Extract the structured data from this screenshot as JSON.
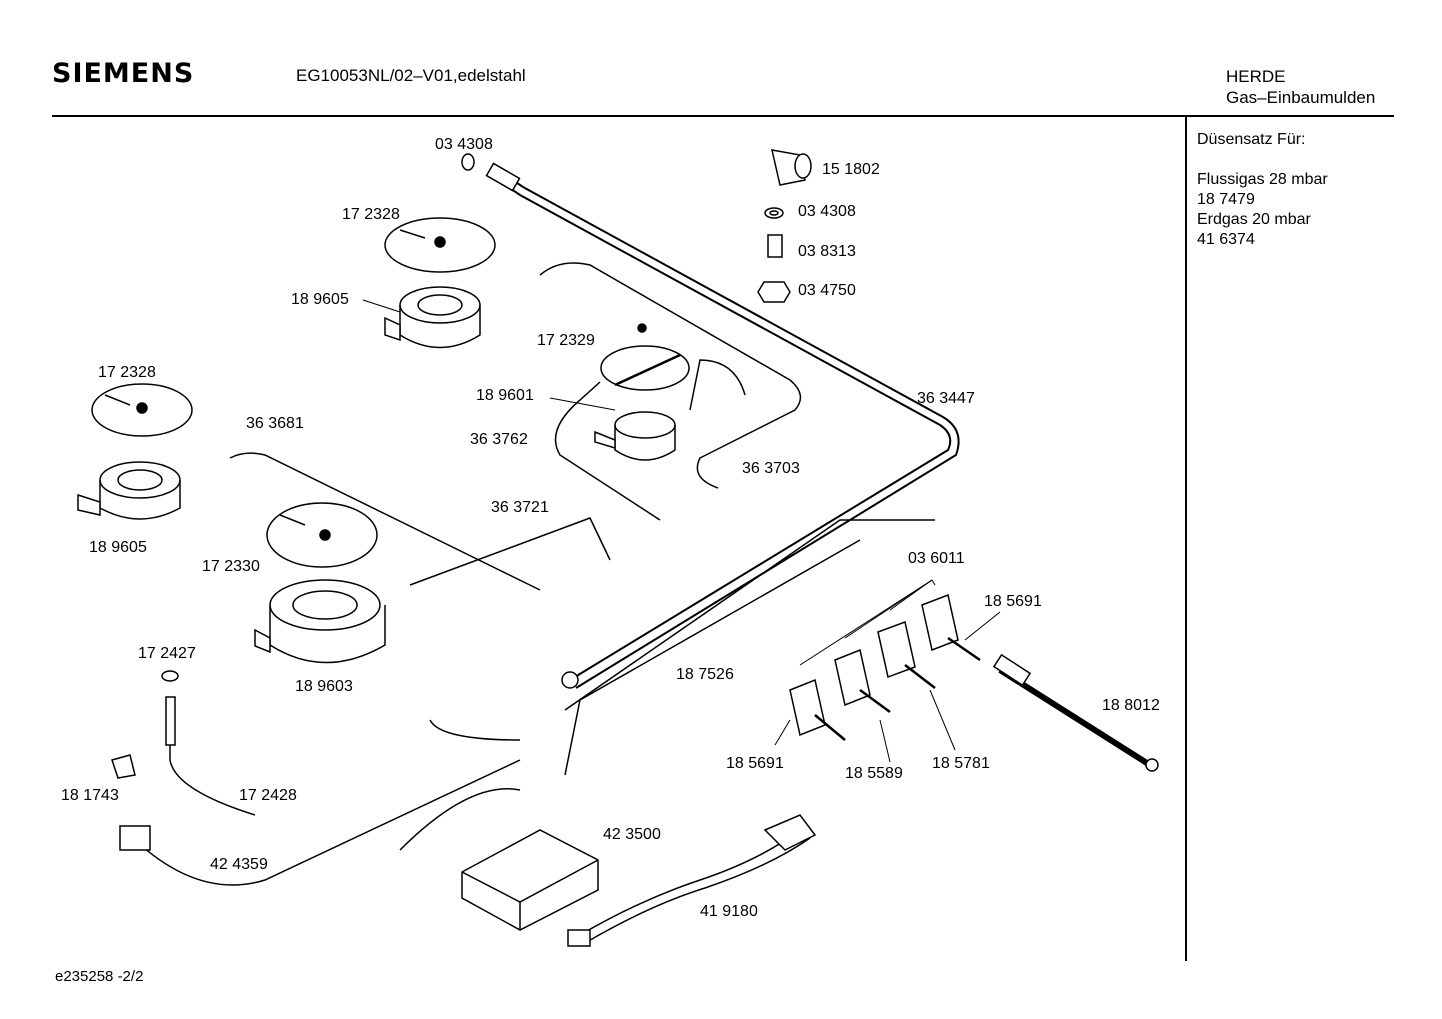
{
  "header": {
    "brand": "SIEMENS",
    "model": "EG10053NL/02–V01,edelstahl",
    "category_line1": "HERDE",
    "category_line2": "Gas–Einbaumulden"
  },
  "sidebar": {
    "title": "Düsensatz Für:",
    "line1": "Flussigas 28 mbar",
    "line2": "18 7479",
    "line3": "Erdgas 20 mbar",
    "line4": "41 6374"
  },
  "footer": {
    "doc_id": "e235258  -2/2"
  },
  "parts": {
    "p034308_top": "03 4308",
    "p151802": "15 1802",
    "p034308_right": "03 4308",
    "p038313": "03 8313",
    "p034750": "03 4750",
    "p172328_top": "17 2328",
    "p189605_top": "18 9605",
    "p172329": "17 2329",
    "p189601": "18 9601",
    "p363762": "36 3762",
    "p363447": "36 3447",
    "p363703": "36 3703",
    "p172328_left": "17 2328",
    "p363681": "36 3681",
    "p189605_left": "18 9605",
    "p363721": "36 3721",
    "p172330": "17 2330",
    "p036011": "03 6011",
    "p185691_right": "18 5691",
    "p172427": "17 2427",
    "p189603": "18 9603",
    "p187526": "18 7526",
    "p188012": "18 8012",
    "p185691_bottom": "18 5691",
    "p185589": "18 5589",
    "p185781": "18 5781",
    "p181743": "18 1743",
    "p172428": "17 2428",
    "p423500": "42 3500",
    "p424359": "42 4359",
    "p419180": "41 9180"
  }
}
